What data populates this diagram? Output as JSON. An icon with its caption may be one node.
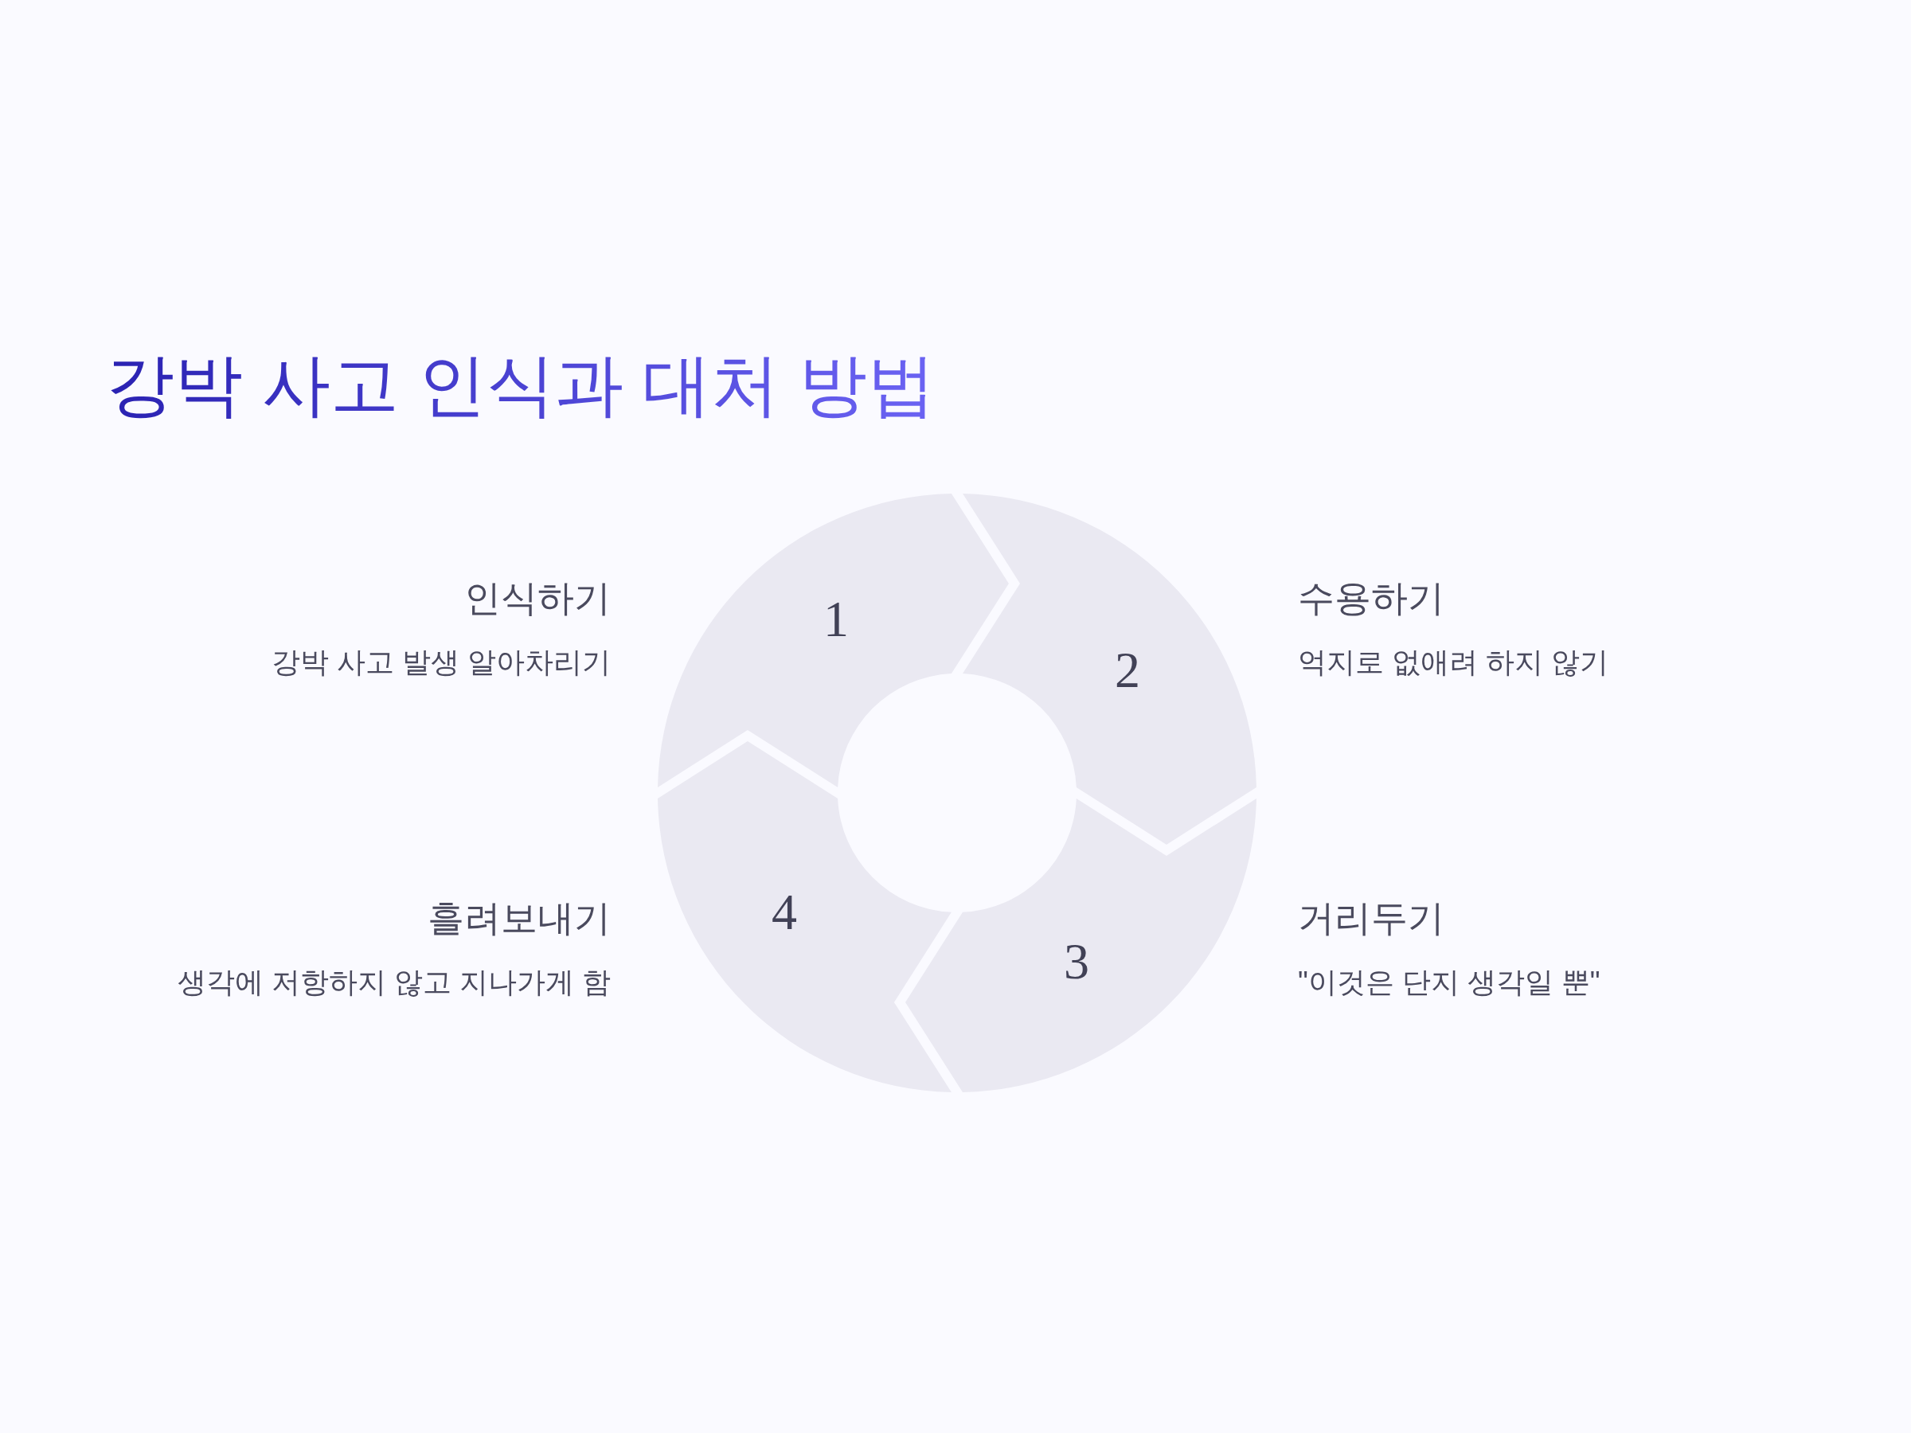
{
  "diagram": {
    "title": "강박 사고 인식과 대처 방법",
    "nodes": [
      {
        "text": [
          "1"
        ],
        "beside": [
          "인식하기",
          "강박 사고 발생 알아차리기"
        ]
      },
      {
        "text": [
          "2"
        ],
        "beside": [
          "수용하기",
          "억지로 없애려 하지 않기"
        ]
      },
      {
        "text": [
          "3"
        ],
        "beside": [
          "거리두기",
          "\"이것은 단지 생각일 뿐\""
        ]
      },
      {
        "text": [
          "4"
        ],
        "beside": [
          "흘려보내기",
          "생각에 저항하지 않고 지나가게 함"
        ]
      }
    ]
  }
}
